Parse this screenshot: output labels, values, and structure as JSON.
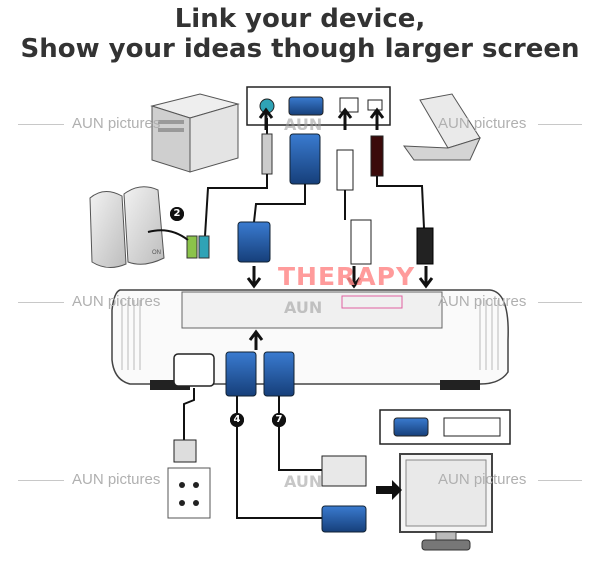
{
  "title_line1": "Link your device,",
  "title_line2": "Show your ideas though larger screen",
  "watermark_text": "AUN pictures",
  "watermark_logo": "AUN",
  "overlay_watermark": "THERAPY",
  "callout_numbers": [
    "2",
    "4",
    "7"
  ],
  "colors": {
    "vga_blue": "#1f5fae",
    "line_black": "#111111",
    "overlay_red": "#ff8a8a",
    "device_gray": "#d8d8d8"
  }
}
